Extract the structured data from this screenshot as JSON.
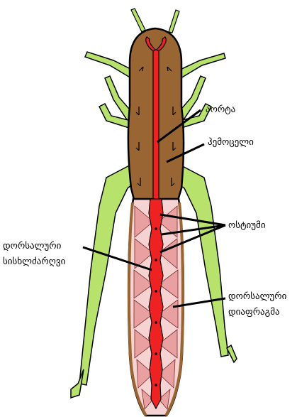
{
  "labels": {
    "aorta": "აორტა",
    "hemocoel": "ჰემოცელი",
    "ostia": "ოსტიუმი",
    "dorsal_vessel_line1": "დორსალური",
    "dorsal_vessel_line2": "სისხლძარღვი",
    "dorsal_diaphragm_line1": "დორსალური",
    "dorsal_diaphragm_line2": "დიაფრაგმა"
  },
  "colors": {
    "legs": "#b7e36c",
    "body": "#996633",
    "abdomen": "#f7d2d2",
    "heart": "#ee2222",
    "outline": "#000000"
  }
}
